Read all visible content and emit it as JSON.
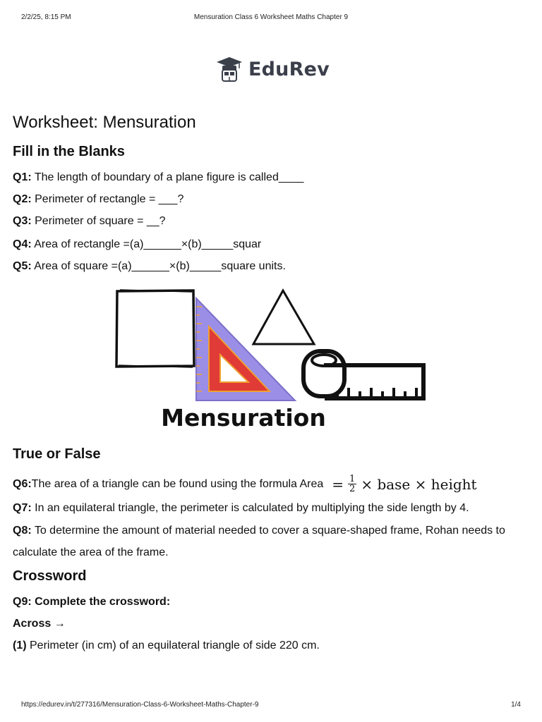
{
  "print_header": {
    "datetime": "2/2/25, 8:15 PM",
    "title": "Mensuration Class 6 Worksheet Maths Chapter 9"
  },
  "brand": {
    "name": "EduRev"
  },
  "page_title": "Worksheet: Mensuration",
  "sections": {
    "fill": {
      "heading": "Fill in the Blanks",
      "q": [
        {
          "label": "Q1:",
          "text": " The length of boundary of a plane figure is called____"
        },
        {
          "label": "Q2:",
          "text": " Perimeter of rectangle = ___?"
        },
        {
          "label": "Q3:",
          "text": " Perimeter of square = __?"
        },
        {
          "label": "Q4:",
          "text": " Area of rectangle =(a)______×(b)_____squar"
        },
        {
          "label": "Q5:",
          "text": " Area of square =(a)______×(b)_____square units."
        }
      ]
    },
    "image": {
      "caption": "Mensuration"
    },
    "tf": {
      "heading": "True or False",
      "q6": {
        "label": "Q6:",
        "text": " The area of a triangle can be found using the formula Area",
        "math_eq": "=",
        "math_num": "1",
        "math_den": "2",
        "math_rest": "× base × height"
      },
      "q7": {
        "label": "Q7:",
        "text": " In an equilateral triangle, the perimeter is calculated by multiplying the side length by 4."
      },
      "q8": {
        "label": "Q8:",
        "text": " To determine the amount of material needed to cover a square-shaped frame, Rohan needs to",
        "text2": "calculate the area of the frame."
      }
    },
    "crossword": {
      "heading": "Crossword",
      "q9": "Q9: Complete the crossword:",
      "across": "Across →",
      "item1_label": "(1)",
      "item1_text": " Perimeter (in cm) of an equilateral triangle of side 220 cm."
    }
  },
  "print_footer": {
    "url": "https://edurev.in/t/277316/Mensuration-Class-6-Worksheet-Maths-Chapter-9",
    "page": "1/4"
  },
  "colors": {
    "setsquare": "#9b8ee6",
    "setsquare_inner": "#e03b36",
    "ruler_marks": "#f0a030"
  }
}
